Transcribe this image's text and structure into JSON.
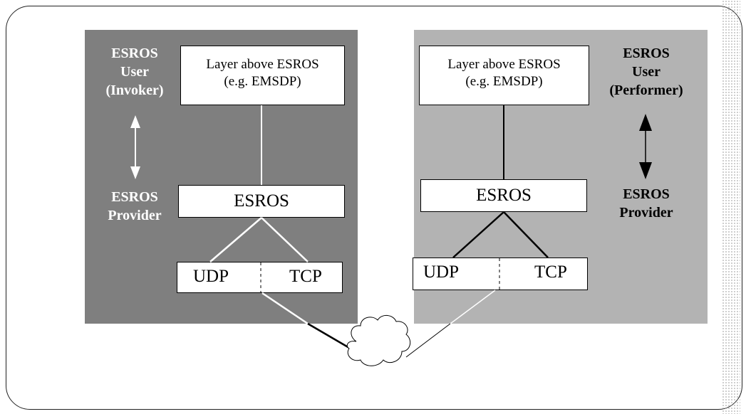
{
  "left": {
    "layer_box": {
      "line1": "Layer above ESROS",
      "line2": "(e.g. EMSDP)"
    },
    "esros_box": "ESROS",
    "udp": "UDP",
    "tcp": "TCP",
    "user_label": {
      "line1": "ESROS",
      "line2": "User",
      "line3": "(Invoker)"
    },
    "provider_label": {
      "line1": "ESROS",
      "line2": "Provider"
    }
  },
  "right": {
    "layer_box": {
      "line1": "Layer above ESROS",
      "line2": "(e.g. EMSDP)"
    },
    "esros_box": "ESROS",
    "udp": "UDP",
    "tcp": "TCP",
    "user_label": {
      "line1": "ESROS",
      "line2": "User",
      "line3": "(Performer)"
    },
    "provider_label": {
      "line1": "ESROS",
      "line2": "Provider"
    }
  },
  "colors": {
    "left_panel": "#7f7f7f",
    "right_panel": "#b3b3b3",
    "left_lines": "#ffffff",
    "right_lines": "#000000"
  },
  "icons": {
    "network": "cloud-icon",
    "direction": "double-headed-arrow-icon"
  }
}
